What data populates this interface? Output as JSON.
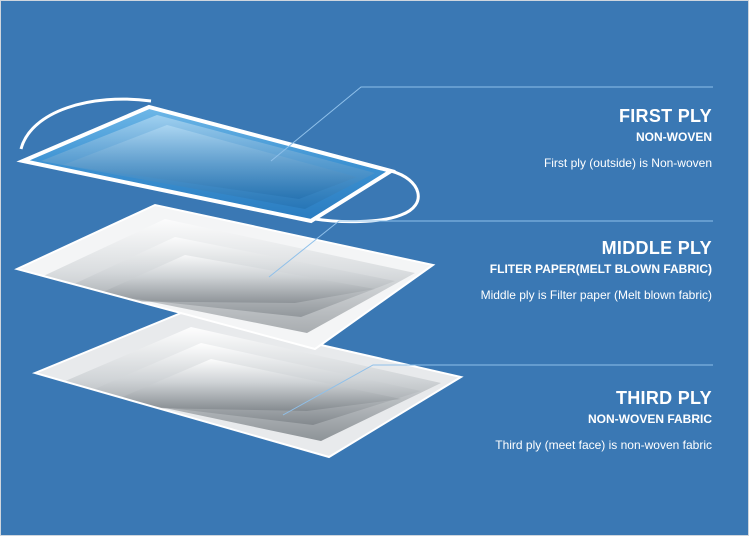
{
  "colors": {
    "background": "#3a78b4",
    "leader_line": "#8fc0ea",
    "first_ply": "#4fa3dc",
    "middle_ply": "#ffffff",
    "third_ply": "#ffffff"
  },
  "plies": [
    {
      "title": "FIRST PLY",
      "subtitle": "NON-WOVEN",
      "description": "First ply (outside) is Non-woven"
    },
    {
      "title": "MIDDLE PLY",
      "subtitle": "FLITER PAPER(MELT BLOWN FABRIC)",
      "description": "Middle ply is Filter paper (Melt blown fabric)"
    },
    {
      "title": "THIRD PLY",
      "subtitle": "NON-WOVEN FABRIC",
      "description": "Third ply (meet face) is non-woven fabric"
    }
  ]
}
